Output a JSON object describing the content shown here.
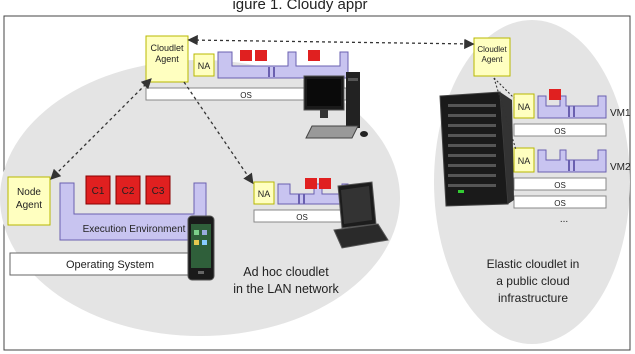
{
  "caption_top": "igure 1. Cloudy appr",
  "labels": {
    "cloudlet_agent_line1": "Cloudlet",
    "cloudlet_agent_line2": "Agent",
    "node_agent_line1": "Node",
    "node_agent_line2": "Agent",
    "na": "NA",
    "os_short": "OS",
    "operating_system": "Operating System",
    "execution_environment": "Execution Environment",
    "containers": [
      "C1",
      "C2",
      "C3"
    ],
    "vm1": "VM1",
    "vm2": "VM2",
    "ellipsis": "..."
  },
  "regions": {
    "ad_hoc_line1": "Ad hoc cloudlet",
    "ad_hoc_line2": "in the LAN network",
    "elastic_line1": "Elastic cloudlet in",
    "elastic_line2": "a public cloud",
    "elastic_line3": "infrastructure"
  },
  "icons": [
    "desktop-pc-icon",
    "laptop-icon",
    "smartphone-icon",
    "server-rack-icon"
  ],
  "colors": {
    "agent_yellow": "#ffffc0",
    "agent_border": "#b8b800",
    "container_red": "#e02020",
    "env_purple": "#c8c4f0",
    "env_border": "#6a60b0",
    "cloud_gray": "#e4e4e4"
  }
}
